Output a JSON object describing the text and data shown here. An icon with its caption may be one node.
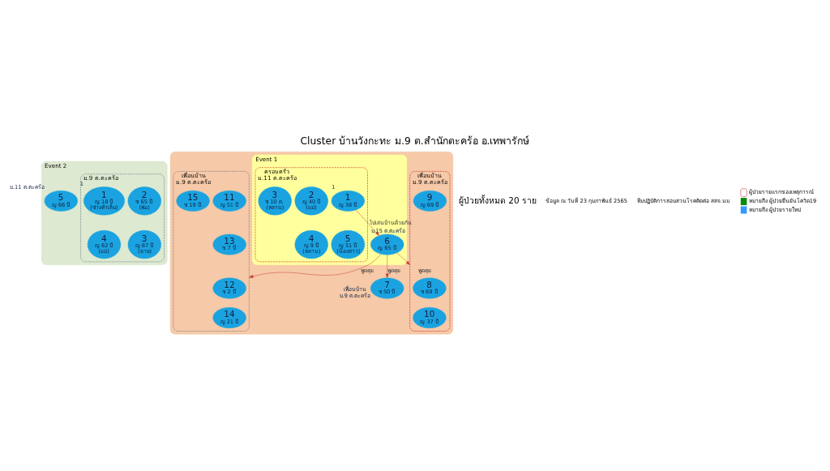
{
  "diagram": {
    "title": "Cluster บ้านวังกะทะ ม.9 ต.สำนักตะคร้อ อ.เทพารักษ์",
    "nodes": [
      {
        "text": [
          "Event 2"
        ]
      },
      {
        "text": [
          "ม.9 ต.ตะคร้อ"
        ],
        "in": 0
      },
      {
        "text": [
          "2",
          "ช 65 ปี",
          "(พ่อ)"
        ],
        "in": 1
      },
      {
        "text": [
          "1",
          "ญ 18 ปี",
          "(ช่างทำเล็บ)"
        ],
        "in": 1,
        "beside": [
          "1"
        ]
      },
      {
        "text": [
          "3",
          "ญ 87 ปี",
          "(ยาย)"
        ],
        "in": 1
      },
      {
        "text": [
          "4",
          "ญ 62 ปี",
          "(แม่)"
        ],
        "in": 1
      },
      {
        "text": [
          "5",
          "ญ 66 ปี"
        ],
        "in": 0,
        "beside": [
          "ม.11 ต.ตะคร้อ"
        ]
      },
      {
        "text": [],
        "shape": "ellipse"
      },
      {
        "text": [
          "Event 1"
        ],
        "in": 7
      },
      {
        "text": [
          "ครอบครัว",
          "ม.11 ต.ตะคร้อ"
        ],
        "in": 8
      },
      {
        "text": [
          "2",
          "ญ 40 ปี",
          "(แม่)"
        ],
        "in": 9
      },
      {
        "text": [
          "1",
          "ญ 38 ปี"
        ],
        "in": 9,
        "beside": [
          "1"
        ]
      },
      {
        "text": [
          "3",
          "ช 10 ด.",
          "(หลาน)"
        ],
        "in": 9
      },
      {
        "text": [
          "4",
          "ญ 9 ปี",
          "(หลาน)"
        ],
        "in": 9
      },
      {
        "text": [
          "5",
          "ญ 31 ปี",
          "(น้องสาว)"
        ],
        "in": 9
      },
      {
        "text": [
          "6",
          "ญ 65 ปี"
        ],
        "in": 8,
        "beside": [
          "ม.15 ต.ตะคร้อ"
        ]
      },
      {
        "text": [
          "7",
          "ช 50 ปี"
        ],
        "in": 7,
        "beside": [
          "เพื่อนบ้าน",
          "ม.9 ต.ตะคร้อ"
        ]
      },
      {
        "text": [
          "เพื่อนบ้าน",
          "ม.9 ต.ตะคร้อ"
        ],
        "in": 7
      },
      {
        "text": [
          "8",
          "ช 69 ปี"
        ],
        "in": 17
      },
      {
        "text": [
          "9",
          "ญ 69 ปี"
        ],
        "in": 17
      },
      {
        "text": [
          "10",
          "ญ 37 ปี"
        ],
        "in": 17
      },
      {
        "text": [
          "เพื่อนบ้าน",
          "ม.9 ต.ตะคร้อ"
        ],
        "in": 7
      },
      {
        "text": [
          "12",
          "ช 2 ปี"
        ],
        "in": 21
      },
      {
        "text": [
          "11",
          "ญ 51 ปี"
        ],
        "in": 21
      },
      {
        "text": [
          "15",
          "ช 19 ปี"
        ],
        "in": 21
      },
      {
        "text": [
          "14",
          "ญ 21 ปี"
        ],
        "in": 21
      },
      {
        "text": [
          "13",
          "ช 7 ปี"
        ],
        "in": 21
      }
    ],
    "edges": [
      {
        "from": 11,
        "to": 15,
        "arrow": "to",
        "label": "ไปเล่นบ้านด้วยกัน"
      },
      {
        "from": 15,
        "to": 16,
        "arrow": "to",
        "label": "พูดคุย"
      },
      {
        "from": 15,
        "to": 17,
        "arrow": "to",
        "label": "พูดคุย"
      },
      {
        "from": 15,
        "to": 21,
        "arrow": "to",
        "label": "พูดคุย"
      }
    ],
    "labels": [
      "ผู้ป่วยทั้งหมด 20 ราย",
      "ข้อมูล ณ วันที่ 23 กุมภาพันธ์ 2565",
      "ทีมปฏิบัติการสอบสวนโรคติดต่อ สสจ.นม"
    ],
    "legend": [
      {
        "text": "ผู้ป่วยรายแรกของเหตุการณ์"
      },
      {
        "text": "หมายถึง ผู้ป่วยยืนยันโควิด19",
        "color": "#0a8a0a"
      },
      {
        "text": "หมายถึง ผู้ป่วยรายใหม่",
        "color": "#3399ff"
      }
    ]
  }
}
